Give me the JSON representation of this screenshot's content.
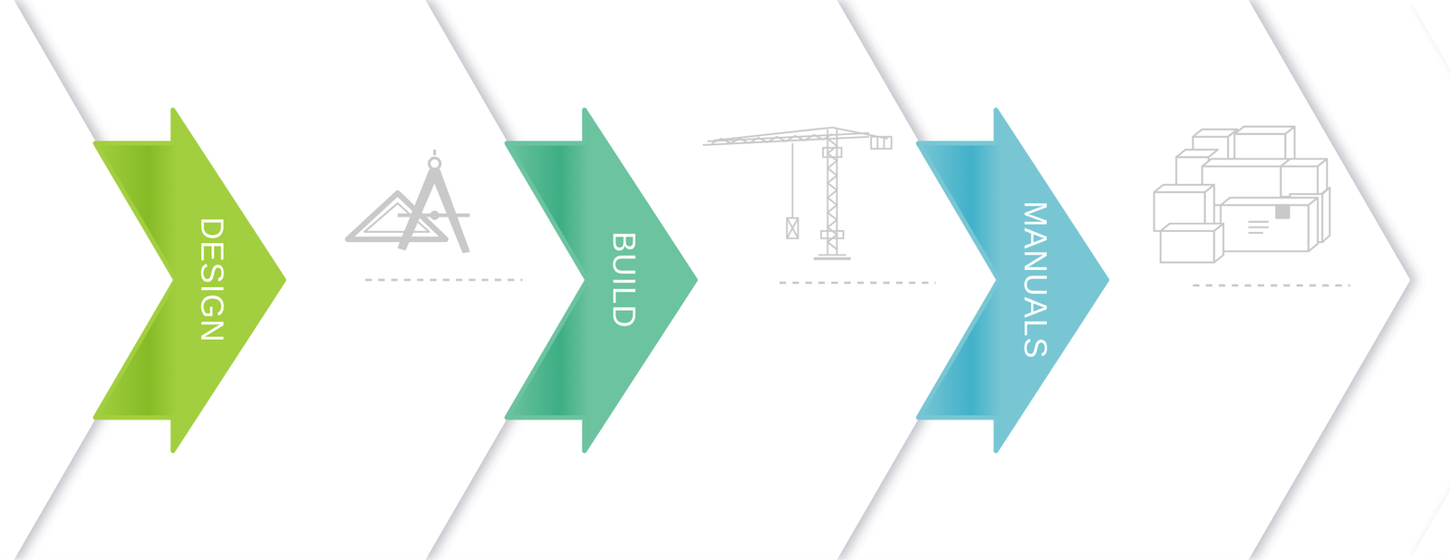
{
  "diagram": {
    "nodes": [
      {
        "text": [
          "DESIGN"
        ]
      },
      {
        "text": [
          "BUILD"
        ]
      },
      {
        "text": [
          "MANUALS"
        ]
      }
    ]
  }
}
